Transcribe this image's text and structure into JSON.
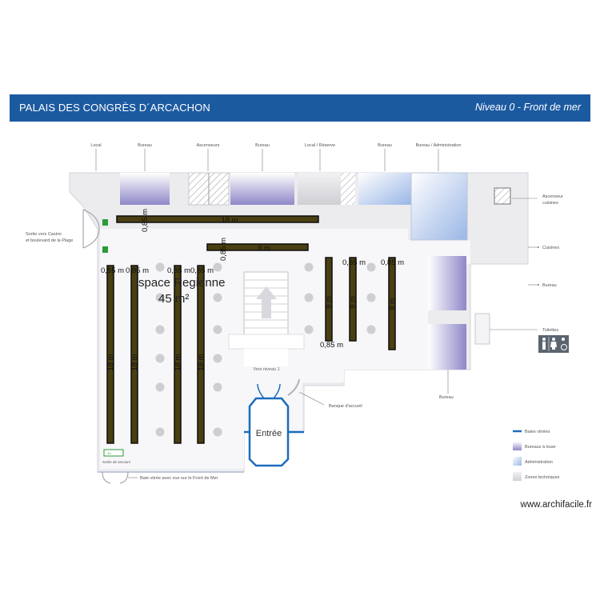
{
  "header": {
    "title": "PALAIS DES CONGRÈS D´ARCACHON",
    "level": "Niveau 0 - Front de mer"
  },
  "top_labels": [
    "Local",
    "Bureau",
    "Ascenseurs",
    "Bureau",
    "Local / Réserve",
    "Bureau",
    "Bureau / Administration"
  ],
  "right_labels": {
    "ascenseur_1": "Ascenseur",
    "ascenseur_2": "cuisines",
    "cuisines": "Cuisines",
    "bureau": "Bureau",
    "toilettes": "Toilettes",
    "bureau_bottom": "Bureau"
  },
  "left_labels": {
    "sortie_1": "Sortie vers Casino",
    "sortie_2": "et boulevard de la Plage"
  },
  "room": {
    "name": "space Regienne",
    "area": "45 m²"
  },
  "stairs_label": "Vers niveau 1",
  "entrance_label": "Entrée",
  "accueil_label": "Banque d'accueil",
  "secours_label": "Sortie de secours",
  "baie_label": "Baie vitrée avec vue sur le Front de Mer",
  "legend": [
    {
      "label": "Baies vitrées",
      "color": "#1c6bbd"
    },
    {
      "label": "Bureaux à louer",
      "color": "#8a84c4"
    },
    {
      "label": "Administration",
      "color": "#9ab6e6"
    },
    {
      "label": "Zones techniques",
      "color": "#c8c8cc"
    }
  ],
  "bars": {
    "h1_len": "18 m",
    "h1_w": "0,85 m",
    "h2_len": "9 m",
    "h2_w": "0,85 m",
    "v_left_len": "18 m",
    "v_left_w": "0,85 m",
    "v_right_len": "9 m",
    "v_right_w": "0,85 m"
  },
  "watermark": "www.archifacile.fr"
}
